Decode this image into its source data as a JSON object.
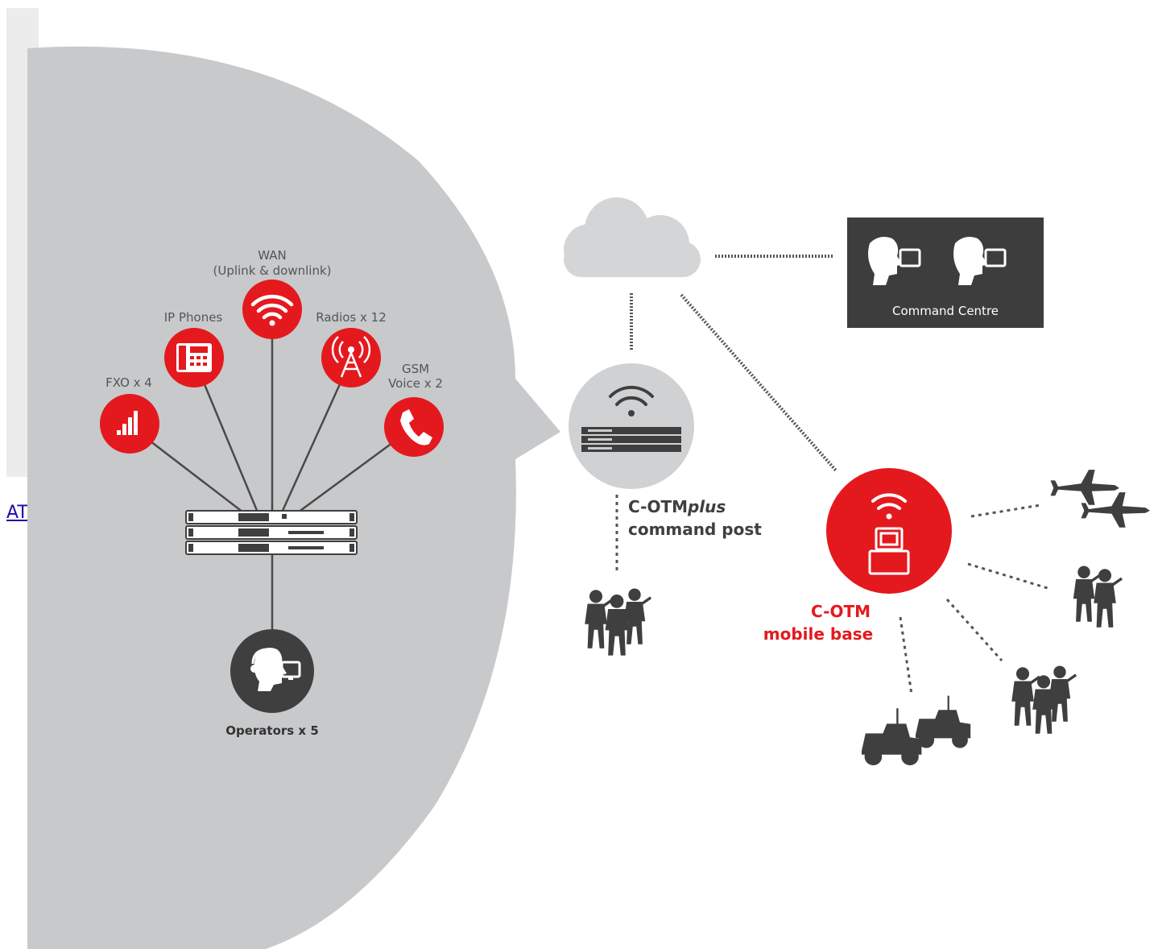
{
  "link_text": "AT",
  "colors": {
    "accent": "#e4191e",
    "dark": "#3f3f3f",
    "bubble": "#c8c9cb",
    "panel": "#3d3d3d",
    "cloud": "#d4d5d7"
  },
  "hub_labels": {
    "fxo": "FXO x 4",
    "ip_phones": "IP Phones",
    "wan_line1": "WAN",
    "wan_line2": "(Uplink & downlink)",
    "radios": "Radios x 12",
    "gsm_line1": "GSM",
    "gsm_line2": "Voice x 2",
    "operators": "Operators x 5"
  },
  "command_centre": {
    "label": "Command Centre"
  },
  "command_post": {
    "line1_main": "C-OTM",
    "line1_italic": "plus",
    "line2": "command post"
  },
  "mobile_base": {
    "line1": "C-OTM",
    "line2": "mobile base"
  },
  "icons": [
    "signal-bars-icon",
    "desk-phone-icon",
    "wifi-icon",
    "radio-tower-icon",
    "phone-handset-icon",
    "operator-headset-icon",
    "cloud-icon",
    "laptop-icon",
    "jets-icon",
    "soldiers-icon",
    "vehicles-icon"
  ]
}
